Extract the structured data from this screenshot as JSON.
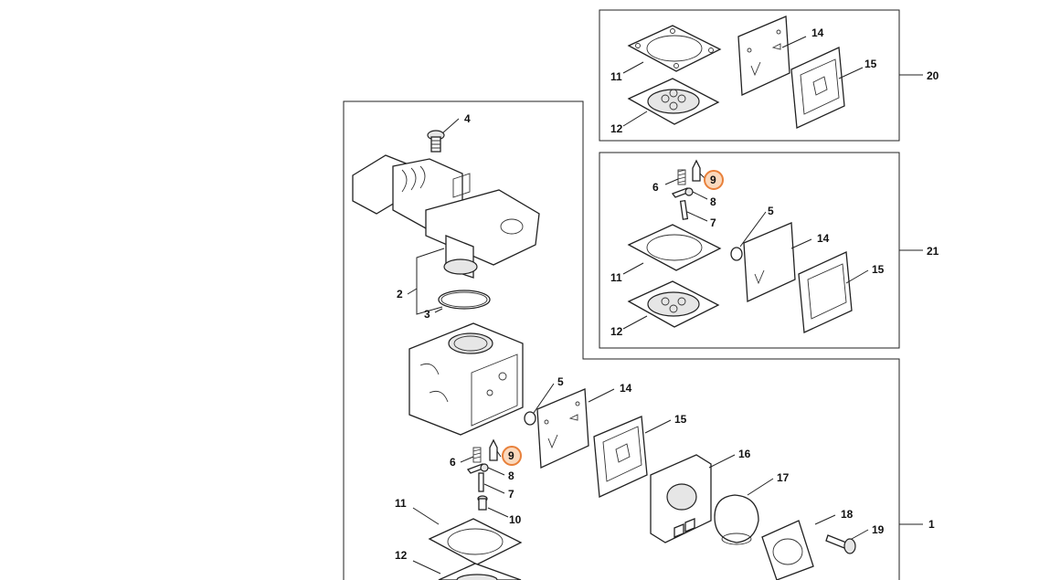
{
  "labels": {
    "n1": "1",
    "n2": "2",
    "n3": "3",
    "n4": "4",
    "n5": "5",
    "n6": "6",
    "n7": "7",
    "n8": "8",
    "n9": "9",
    "n10": "10",
    "n11": "11",
    "n12": "12",
    "n14": "14",
    "n15": "15",
    "n16": "16",
    "n17": "17",
    "n18": "18",
    "n19": "19",
    "n20": "20",
    "n21": "21"
  },
  "highlight_color": "#e8803a",
  "highlighted_part": "9"
}
